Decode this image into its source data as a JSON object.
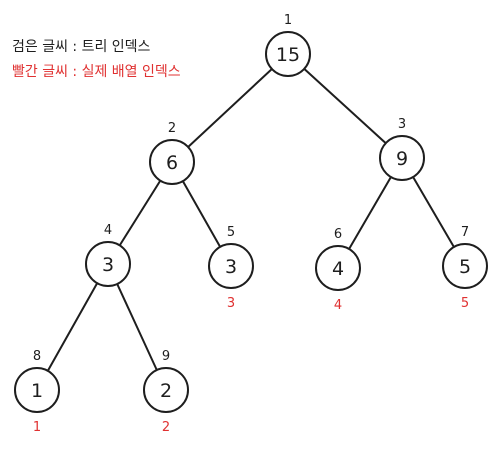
{
  "legend": {
    "black": "검은 글씨 : 트리 인덱스",
    "red": "빨간 글씨 : 실제 배열 인덱스",
    "black_color": "#1e1e1e",
    "red_color": "#e03131"
  },
  "nodes": [
    {
      "id": "n1",
      "value": "15",
      "tree_index": "1",
      "array_index": ""
    },
    {
      "id": "n2",
      "value": "6",
      "tree_index": "2",
      "array_index": ""
    },
    {
      "id": "n3",
      "value": "9",
      "tree_index": "3",
      "array_index": ""
    },
    {
      "id": "n4",
      "value": "3",
      "tree_index": "4",
      "array_index": ""
    },
    {
      "id": "n5",
      "value": "3",
      "tree_index": "5",
      "array_index": "3"
    },
    {
      "id": "n6",
      "value": "4",
      "tree_index": "6",
      "array_index": "4"
    },
    {
      "id": "n7",
      "value": "5",
      "tree_index": "7",
      "array_index": "5"
    },
    {
      "id": "n8",
      "value": "1",
      "tree_index": "8",
      "array_index": "1"
    },
    {
      "id": "n9",
      "value": "2",
      "tree_index": "9",
      "array_index": "2"
    }
  ],
  "edges": [
    [
      "n1",
      "n2"
    ],
    [
      "n1",
      "n3"
    ],
    [
      "n2",
      "n4"
    ],
    [
      "n2",
      "n5"
    ],
    [
      "n3",
      "n6"
    ],
    [
      "n3",
      "n7"
    ],
    [
      "n4",
      "n8"
    ],
    [
      "n4",
      "n9"
    ]
  ]
}
